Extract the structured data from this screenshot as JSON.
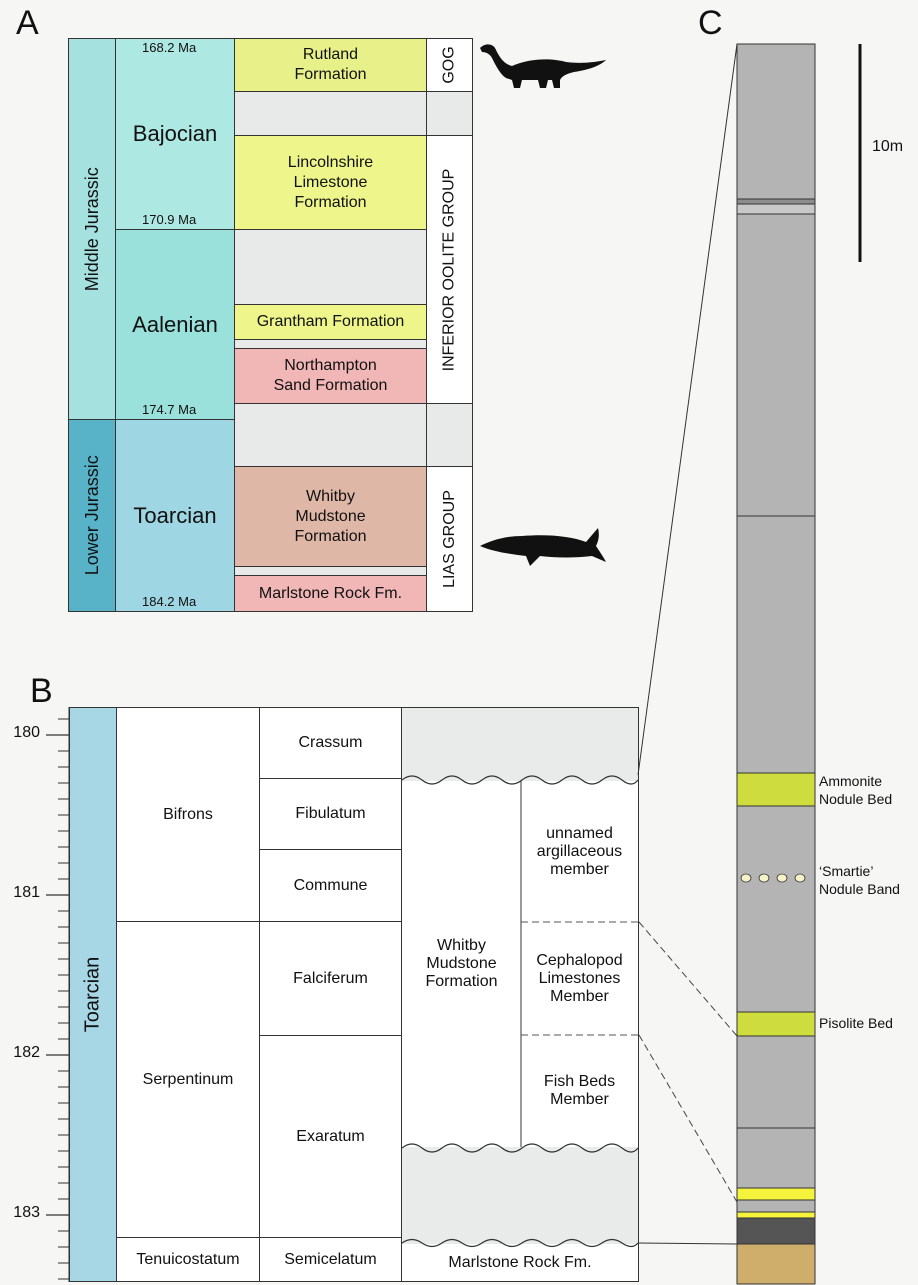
{
  "panelA": {
    "letter": "A",
    "epochs": [
      {
        "label": "Middle Jurassic",
        "color": "#a5e2df"
      },
      {
        "label": "Lower Jurassic",
        "color": "#58b3c9"
      }
    ],
    "stages": [
      {
        "label": "Bajocian",
        "color": "#aee8e2"
      },
      {
        "label": "Aalenian",
        "color": "#99e1da"
      },
      {
        "label": "Toarcian",
        "color": "#9fd6e3"
      }
    ],
    "ages": [
      "168.2 Ma",
      "170.9 Ma",
      "174.7 Ma",
      "184.2 Ma"
    ],
    "formations": [
      {
        "label": "Rutland\nFormation",
        "color": "#e8f08a"
      },
      {
        "label": "Lincolnshire\nLimestone\nFormation",
        "color": "#eef58b"
      },
      {
        "label": "Grantham Formation",
        "color": "#eef58b"
      },
      {
        "label": "Northampton\nSand Formation",
        "color": "#f1b6b6"
      },
      {
        "label": "Whitby\nMudstone\nFormation",
        "color": "#dfb7a7"
      },
      {
        "label": "Marlstone Rock Fm.",
        "color": "#f1b6b6"
      }
    ],
    "groups": [
      "GOG",
      "INFERIOR OOLITE GROUP",
      "LIAS GROUP"
    ],
    "icons": [
      "sauropod-silhouette-icon",
      "ichthyosaur-silhouette-icon"
    ]
  },
  "panelB": {
    "letter": "B",
    "stage": "Toarcian",
    "ticks": [
      "180",
      "181",
      "182",
      "183"
    ],
    "zones": [
      "Bifrons",
      "Serpentinum",
      "Tenuicostatum"
    ],
    "subzones": [
      "Crassum",
      "Fibulatum",
      "Commune",
      "Falciferum",
      "Exaratum",
      "Semicelatum"
    ],
    "formation": "Whitby\nMudstone\nFormation",
    "members": [
      "unnamed\nargillaceous\nmember",
      "Cephalopod\nLimestones\nMember",
      "Fish Beds\nMember"
    ],
    "base": "Marlstone Rock Fm."
  },
  "panelC": {
    "letter": "C",
    "scale": "10m",
    "beds": [
      "Ammonite\nNodule Bed",
      "‘Smartie’\nNodule Band",
      "Pisolite Bed"
    ],
    "colors": {
      "mudstone": "#b4b4b4",
      "yellow_green": "#cfdc3e",
      "yellow": "#f4f23a",
      "dark": "#555555",
      "tan": "#cfae6b"
    }
  }
}
